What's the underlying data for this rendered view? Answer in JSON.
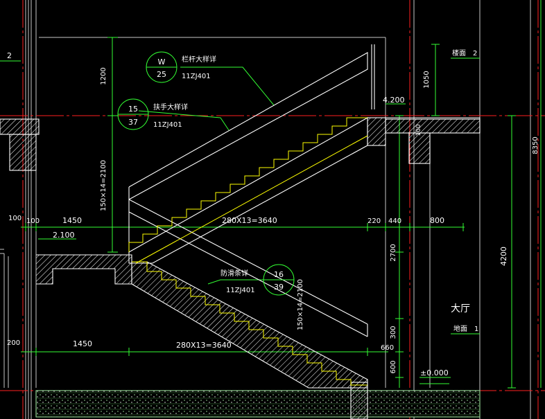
{
  "colors": {
    "background": "#000000",
    "structure": "#ffffff",
    "dimension": "#33ff33",
    "axis": "#ff2020",
    "section": "#ffff00",
    "frame": "#c8c8c8"
  },
  "levels": {
    "floor2_left": "2",
    "floor2_right_label": "楼面",
    "floor2_right_num": "2",
    "top_elev": "4.200",
    "mid_elev": "2.100",
    "ground_label": "地面",
    "ground_num": "1",
    "ground_elev": "±0.000"
  },
  "rooms": {
    "hall": "大厅"
  },
  "callouts": [
    {
      "top": "W",
      "bottom": "25",
      "title": "栏杆大样详",
      "ref": "11ZJ401"
    },
    {
      "top": "15",
      "bottom": "37",
      "title": "扶手大样详",
      "ref": "11ZJ401"
    },
    {
      "top": "16",
      "bottom": "39",
      "title": "防滑条详",
      "ref": "11ZJ401"
    }
  ],
  "dims": {
    "upper_height": "1200",
    "upper_flight_h": "150×14=2100",
    "lower_flight_h": "150×14=2100",
    "upper_run": "280X13=3640",
    "lower_run": "280X13=3640",
    "upper_landing": "1450",
    "lower_landing": "1450",
    "left_100a": "100",
    "left_100b": "100",
    "left_200": "200",
    "mid_220": "220",
    "mid_440": "440",
    "mid_800": "800",
    "right_1050": "1050",
    "right_100": "100",
    "right_2700": "2700",
    "right_300": "300",
    "right_660": "660",
    "right_600": "600",
    "right_4200": "4200",
    "right_8350": "8350"
  }
}
